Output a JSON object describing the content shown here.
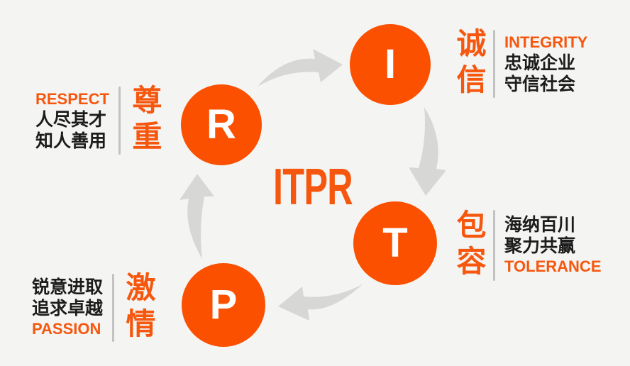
{
  "title": "ITPR",
  "colors": {
    "background": "#F4F4F2",
    "circle_orange": "#FB5000",
    "text_orange": "#F6570E",
    "arrow_gray": "#D7D7D6",
    "divider_gray": "#C2C2C2",
    "text_black": "#1C1C1C"
  },
  "icons": {
    "cycle_arrows": [
      "arrow-r-to-i",
      "arrow-i-to-t",
      "arrow-t-to-p",
      "arrow-p-to-r"
    ]
  },
  "values": [
    {
      "id": "integrity",
      "letter": "I",
      "cn_title": "诚信",
      "en": "INTEGRITY",
      "line1": "忠诚企业",
      "line2": "守信社会"
    },
    {
      "id": "respect",
      "letter": "R",
      "cn_title": "尊重",
      "en": "RESPECT",
      "line1": "人尽其才",
      "line2": "知人善用"
    },
    {
      "id": "tolerance",
      "letter": "T",
      "cn_title": "包容",
      "en": "TOLERANCE",
      "line1": "海纳百川",
      "line2": "聚力共赢"
    },
    {
      "id": "passion",
      "letter": "P",
      "cn_title": "激情",
      "en": "PASSION",
      "line1": "锐意进取",
      "line2": "追求卓越"
    }
  ]
}
